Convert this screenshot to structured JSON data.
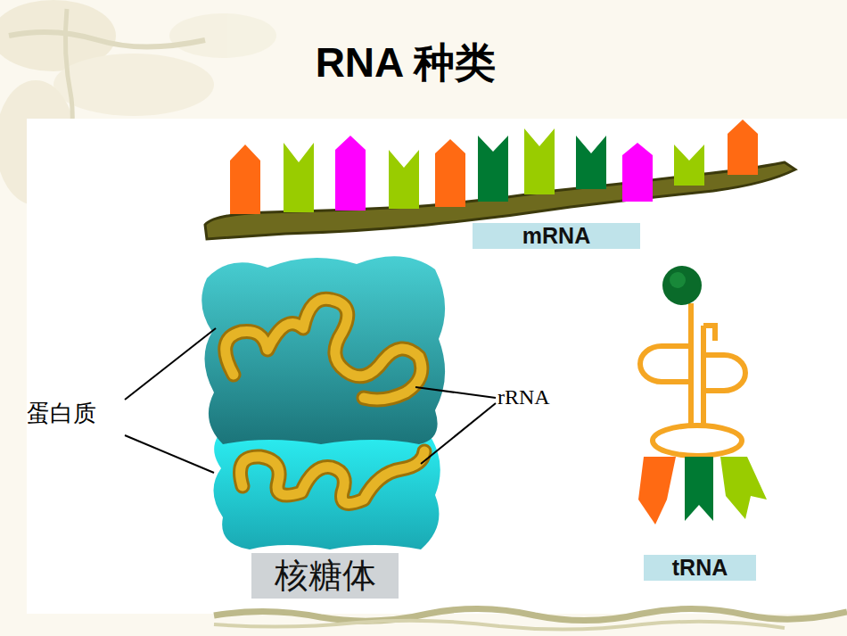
{
  "diagram": {
    "title": "RNA 种类",
    "nodes": [
      {
        "text": [
          "mRNA"
        ]
      },
      {
        "text": [
          "核糖体"
        ]
      },
      {
        "text": [
          "tRNA"
        ]
      }
    ],
    "labels": [
      "蛋白质",
      "rRNA"
    ]
  }
}
